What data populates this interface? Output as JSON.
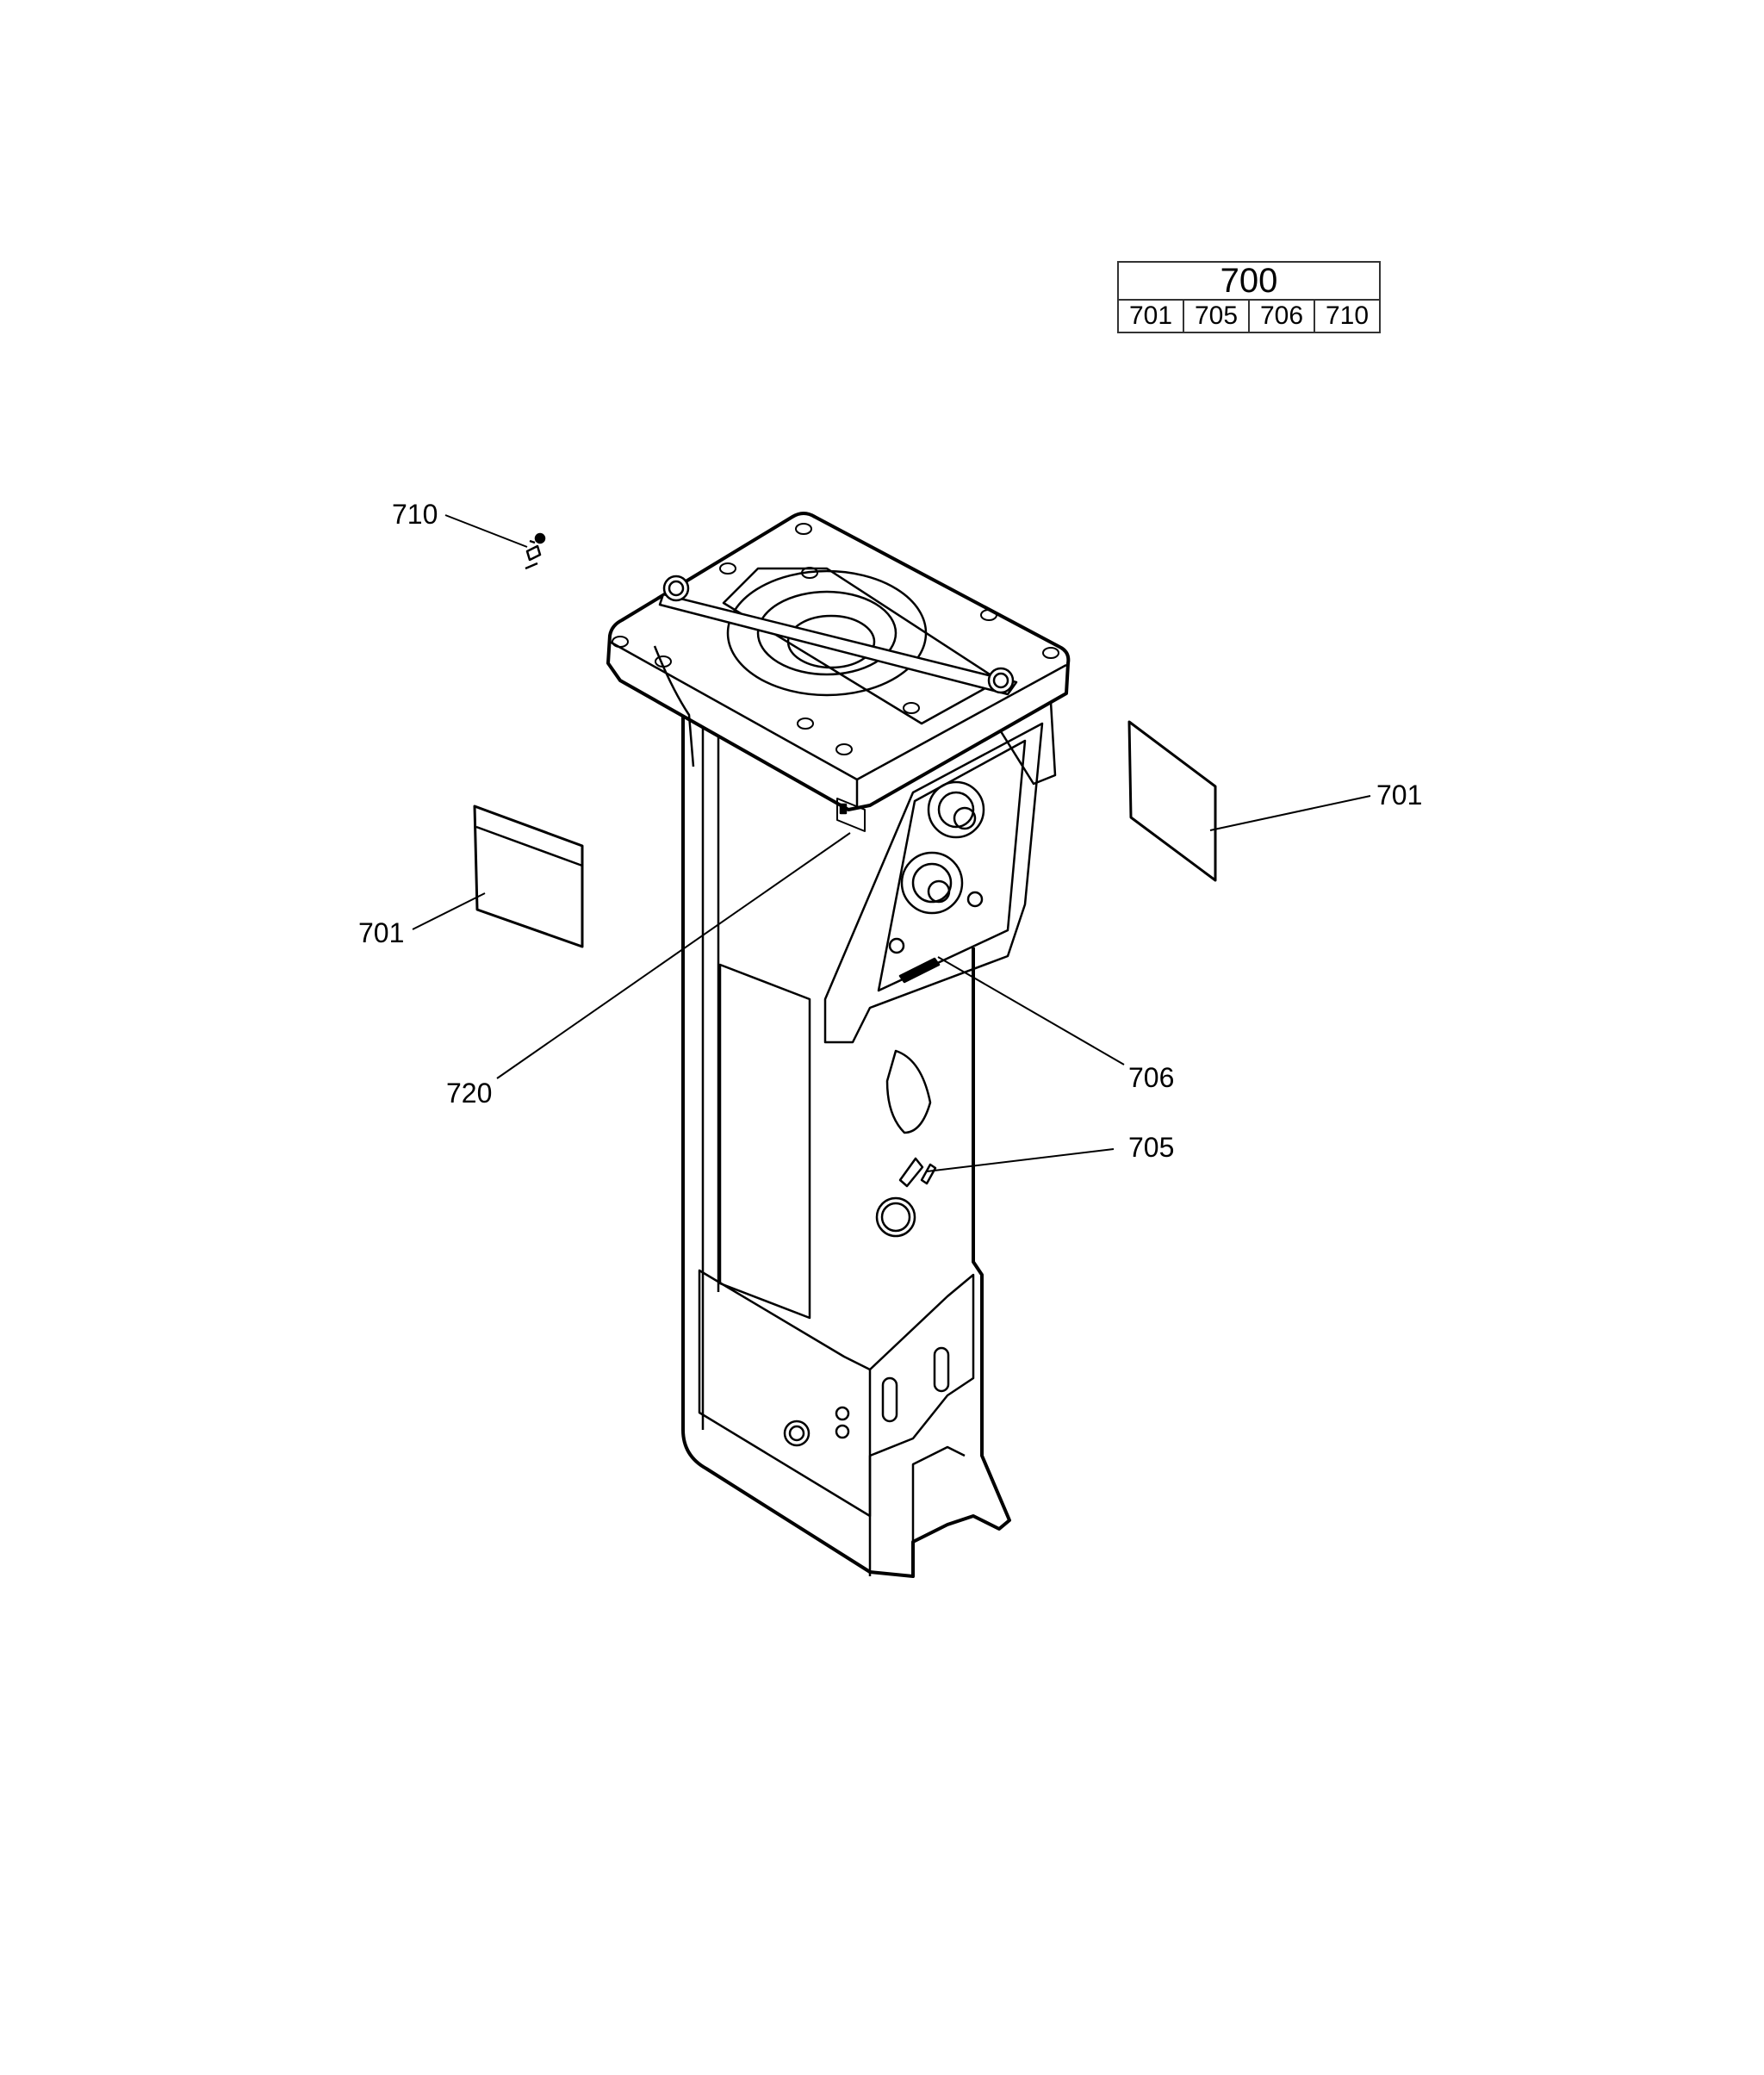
{
  "reference_table": {
    "group": "700",
    "items": [
      "701",
      "705",
      "706",
      "710"
    ]
  },
  "callouts": {
    "c710": "710",
    "c701_left": "701",
    "c720": "720",
    "c706": "706",
    "c705": "705",
    "c701_right": "701"
  },
  "colors": {
    "line": "#000000",
    "background": "#ffffff"
  }
}
